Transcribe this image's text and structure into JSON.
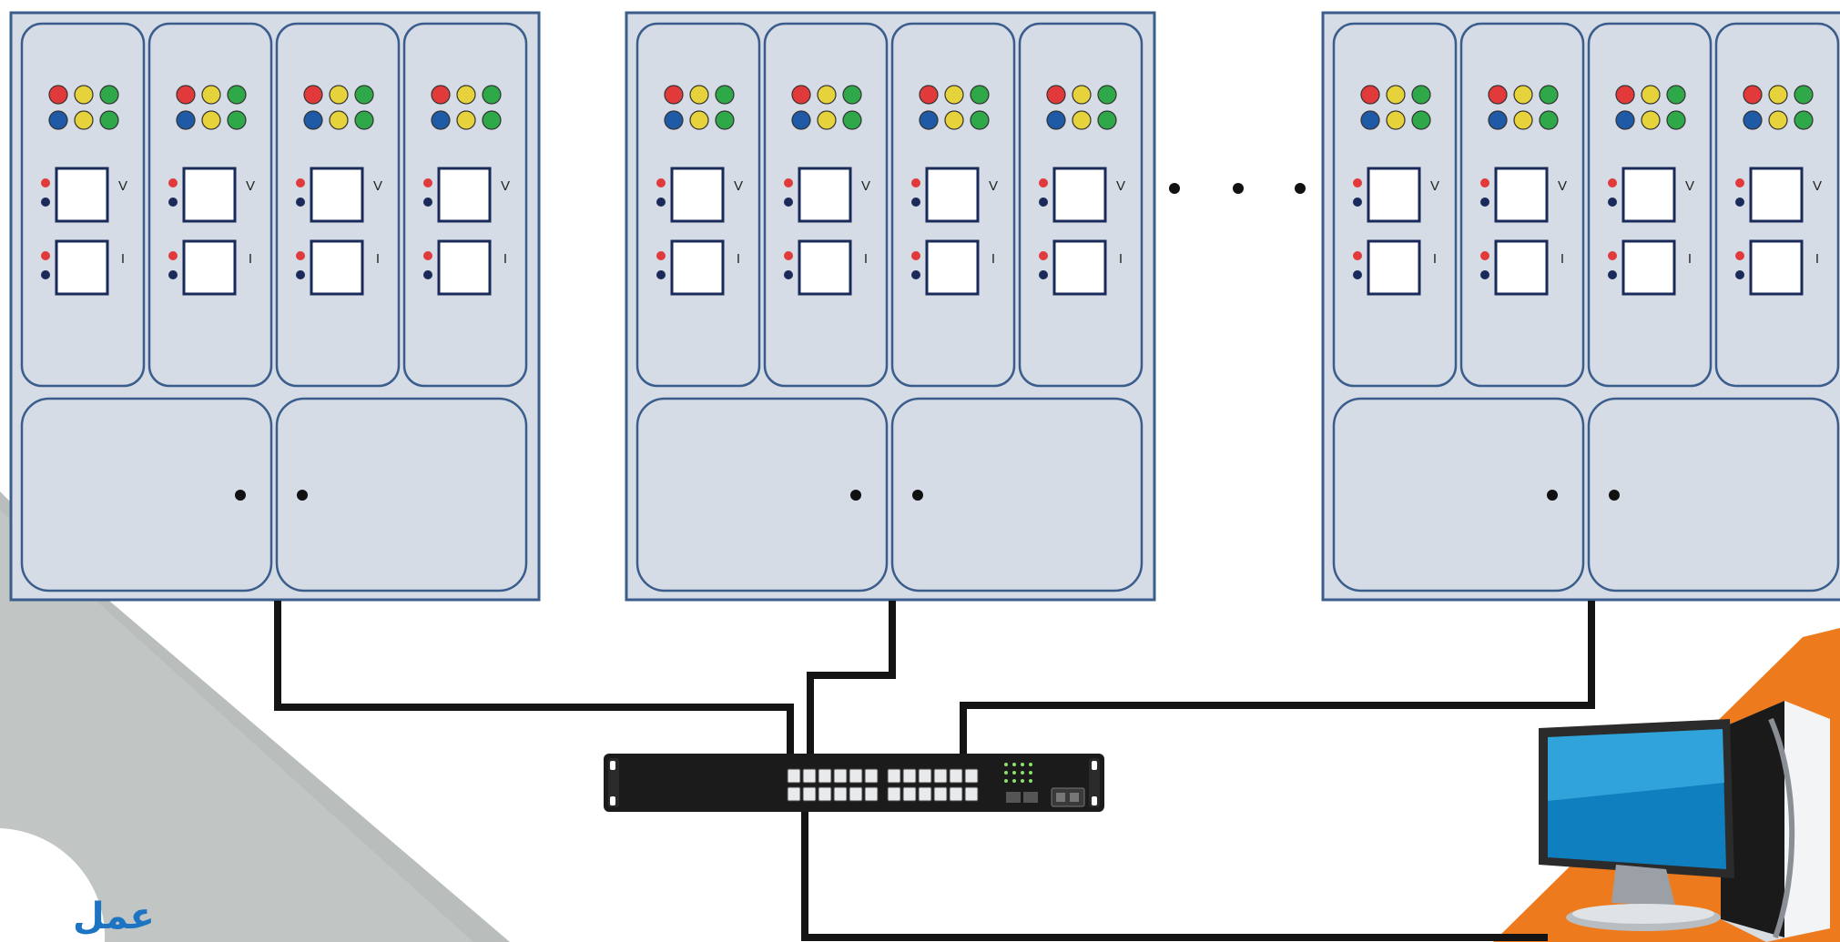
{
  "diagram": {
    "cabinet_count_shown": 3,
    "modules_per_cabinet": 4,
    "meter_labels": [
      "V",
      "I"
    ],
    "gap_indicator": "• • •",
    "logo_text": "عمل",
    "colors": {
      "cabinet_fill": "#d6dce6",
      "cabinet_border": "#3b5d8c",
      "cable": "#141414",
      "led_red": "#e23a3a",
      "led_yellow": "#e6d23a",
      "led_green": "#2fa84a",
      "led_blue": "#1f5aa6",
      "switch_body": "#1b1b1b",
      "accent_orange": "#ee7a1e",
      "background_gray": "#b9bdbb",
      "logo_blue": "#1c74c2"
    },
    "icons": [
      "cabinet-icon",
      "network-switch-icon",
      "computer-workstation-icon",
      "monitor-icon",
      "pc-tower-icon",
      "logo-icon"
    ]
  }
}
